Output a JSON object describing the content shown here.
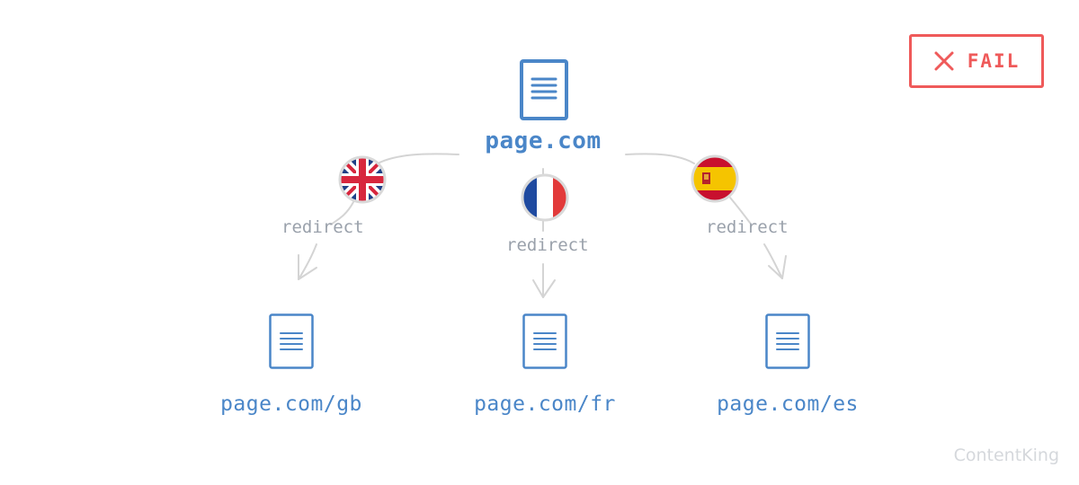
{
  "status": {
    "label": "FAIL",
    "color": "#ef5a5a",
    "icon": "x-mark-icon"
  },
  "source": {
    "url": "page.com",
    "icon": "document-icon"
  },
  "branches": [
    {
      "id": "gb",
      "flag": "uk-flag-icon",
      "edge_label": "redirect",
      "target_url": "page.com/gb"
    },
    {
      "id": "fr",
      "flag": "france-flag-icon",
      "edge_label": "redirect",
      "target_url": "page.com/fr"
    },
    {
      "id": "es",
      "flag": "spain-flag-icon",
      "edge_label": "redirect",
      "target_url": "page.com/es"
    }
  ],
  "brand": "ContentKing",
  "colors": {
    "accent": "#4a86c8",
    "muted": "#9aa1ab",
    "line": "#d4d4d4"
  }
}
